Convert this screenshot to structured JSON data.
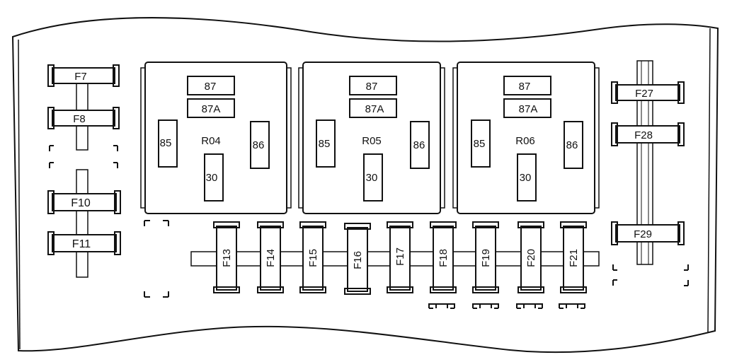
{
  "fuses_left": [
    "F7",
    "F8",
    "F10",
    "F11"
  ],
  "fuses_right": [
    "F27",
    "F28",
    "F29"
  ],
  "fuses_bottom": [
    "F13",
    "F14",
    "F15",
    "F16",
    "F17",
    "F18",
    "F19",
    "F20",
    "F21"
  ],
  "relays": [
    {
      "name": "R04",
      "pins": {
        "p87": "87",
        "p87a": "87A",
        "p85": "85",
        "p86": "86",
        "p30": "30"
      }
    },
    {
      "name": "R05",
      "pins": {
        "p87": "87",
        "p87a": "87A",
        "p85": "85",
        "p86": "86",
        "p30": "30"
      }
    },
    {
      "name": "R06",
      "pins": {
        "p87": "87",
        "p87a": "87A",
        "p85": "85",
        "p86": "86",
        "p30": "30"
      }
    }
  ],
  "colors": {
    "line": "#111111",
    "fill": "#ffffff",
    "shade": "#e9e9e9"
  }
}
